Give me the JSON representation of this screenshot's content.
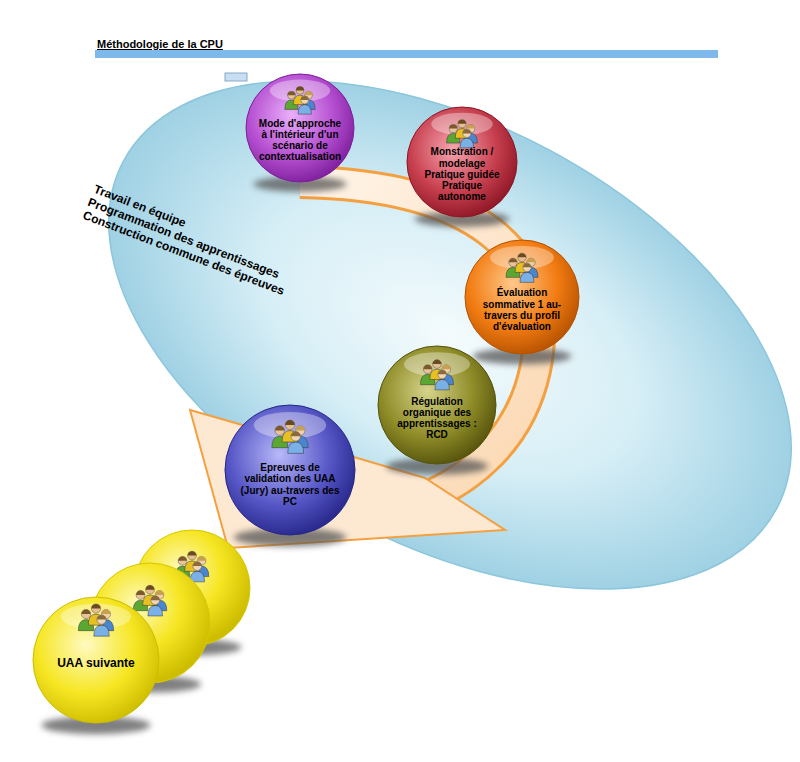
{
  "diagram": {
    "title": "Méthodologie de la CPU",
    "nodes": [
      {
        "text": [
          "Mode d'approche à l'intérieur d'un scénario de contextualisation"
        ]
      },
      {
        "text": [
          "Monstration / modelage Pratique guidée Pratique autonome"
        ]
      },
      {
        "text": [
          "Évaluation sommative 1 au-travers du profil d'évaluation"
        ]
      },
      {
        "text": [
          "Régulation organique des apprentissages : RCD"
        ]
      },
      {
        "text": [
          "Epreuves de validation des UAA (Jury) au-travers des PC"
        ]
      },
      {
        "text": [
          "UAA suivante"
        ]
      }
    ],
    "labels": [
      "Travail en équipe",
      "Programmation des apprentissages",
      "Construction commune des épreuves"
    ]
  }
}
